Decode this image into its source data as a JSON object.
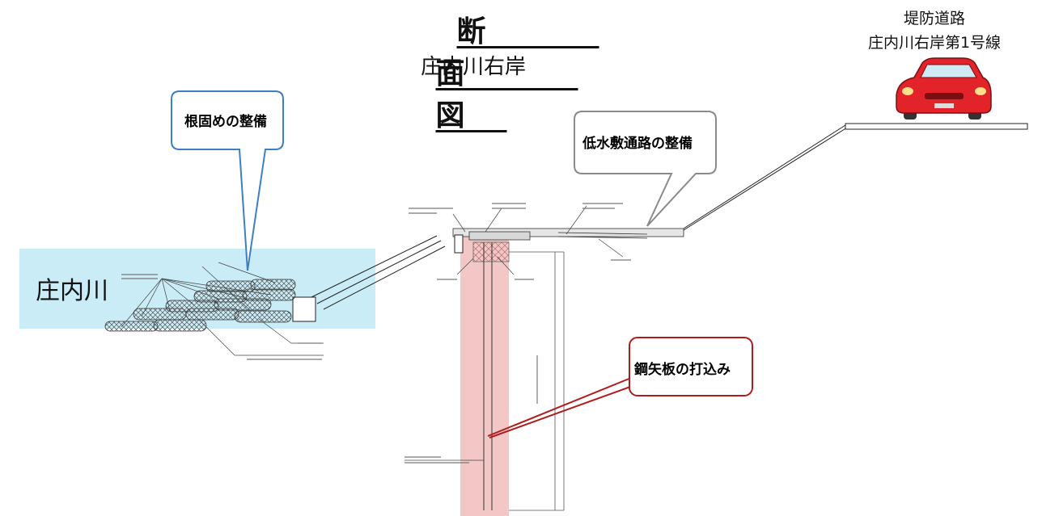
{
  "title": "断　面　図",
  "subtitle": "庄内川右岸",
  "road": {
    "line1": "堤防道路",
    "line2": "庄内川右岸第1号線"
  },
  "river_name": "庄内川",
  "callouts": {
    "bank_protection": "根固めの整備",
    "low_water_path": "低水敷通路の整備",
    "sheet_pile": "鋼矢板の打込み"
  },
  "colors": {
    "water": "#c9ecf7",
    "sheet_pile_zone": "#f4c7c7",
    "callout_blue": "#3b7fc4",
    "callout_gray": "#8a8a8a",
    "callout_red": "#b01c1c",
    "car_body": "#e3232a"
  }
}
